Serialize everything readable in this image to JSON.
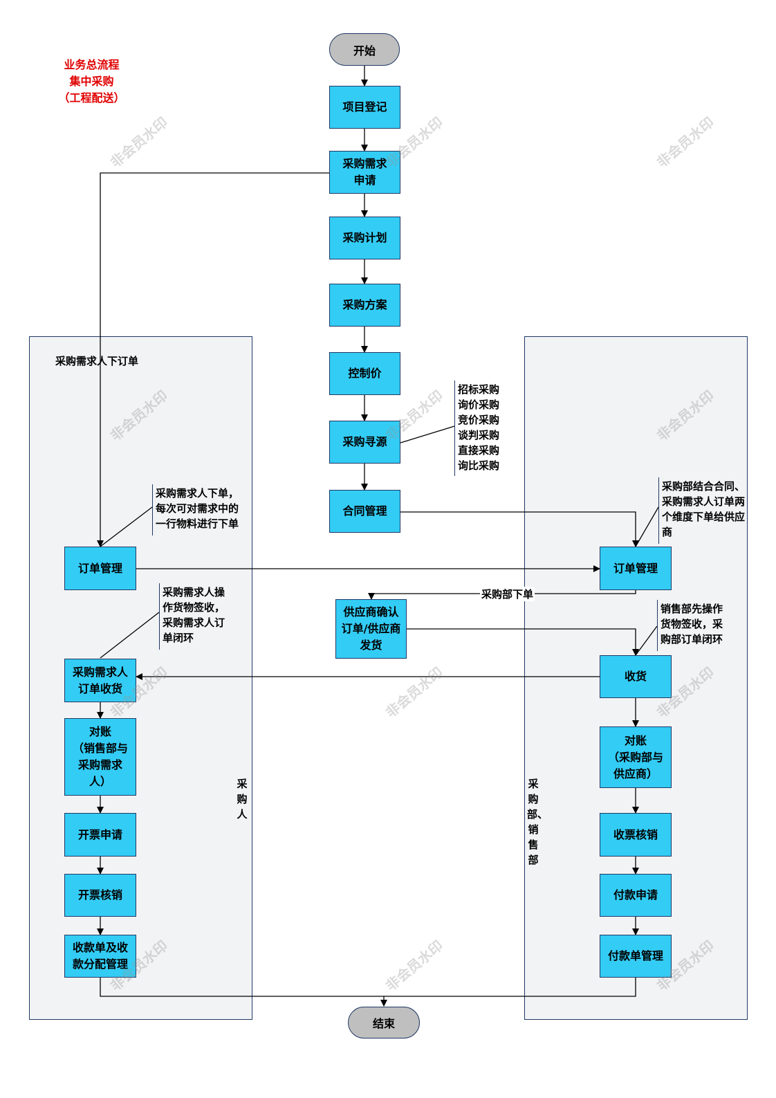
{
  "title": "业务总流程\n集中采购\n（工程配送）",
  "watermark": "非会员水印",
  "lanes": {
    "buyer": "采购人",
    "dept": "采购部、销售部"
  },
  "terminals": {
    "start": "开始",
    "end": "结束"
  },
  "center": {
    "project_register": "项目登记",
    "purchase_request": "采购需求\n申请",
    "purchase_plan": "采购计划",
    "purchase_scheme": "采购方案",
    "control_price": "控制价",
    "sourcing": "采购寻源",
    "contract": "合同管理",
    "supplier_confirm": "供应商确认\n订单/供应商\n发货"
  },
  "left": {
    "order_mgmt": "订单管理",
    "receive": "采购需求人\n订单收货",
    "reconcile": "对账\n（销售部与\n采购需求\n人）",
    "invoice_apply": "开票申请",
    "invoice_writeoff": "开票核销",
    "receipt_mgmt": "收款单及收\n款分配管理"
  },
  "right": {
    "order_mgmt": "订单管理",
    "receive": "收货",
    "reconcile": "对账\n（采购部与\n供应商）",
    "receipt_writeoff": "收票核销",
    "payment_apply": "付款申请",
    "payment_mgmt": "付款单管理"
  },
  "notes": {
    "sourcing_methods": "招标采购\n询价采购\n竞价采购\n谈判采购\n直接采购\n询比采购",
    "buyer_order": "采购需求人下单，\n每次可对需求中的\n一行物料进行下单",
    "dept_order": "采购部结合合同、\n采购需求人订单两\n个维度下单给供应\n商",
    "buyer_receive": "采购需求人操\n作货物签收，\n采购需求人订\n单闭环",
    "sales_receive": "销售部先操作\n货物签收，采\n购部订单闭环"
  },
  "labels": {
    "buyer_places_order": "采购需求人下订单",
    "dept_places_order": "采购部下单"
  }
}
